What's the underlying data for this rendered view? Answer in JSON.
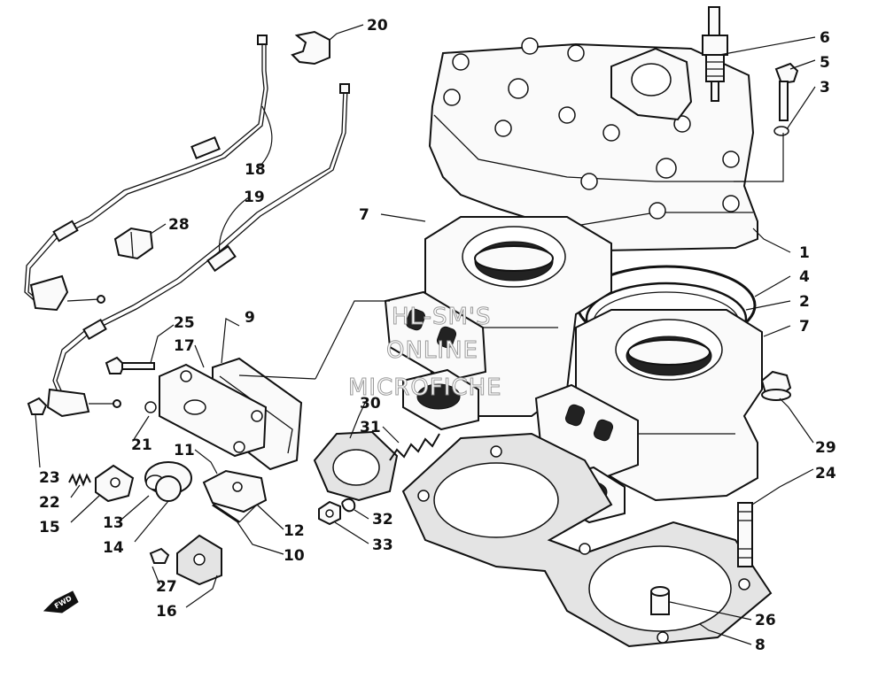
{
  "diagram": {
    "watermark": [
      "HL-SM'S",
      "ONLINE",
      "MICROFICHE"
    ],
    "fwd_label": "FWD",
    "callouts": {
      "n1": "1",
      "n2": "2",
      "n3": "3",
      "n4": "4",
      "n5": "5",
      "n6": "6",
      "n7a": "7",
      "n7b": "7",
      "n8": "8",
      "n9": "9",
      "n10": "10",
      "n11": "11",
      "n12": "12",
      "n13": "13",
      "n14": "14",
      "n15": "15",
      "n16": "16",
      "n17": "17",
      "n18": "18",
      "n19": "19",
      "n20": "20",
      "n21": "21",
      "n22": "22",
      "n23": "23",
      "n24": "24",
      "n25": "25",
      "n26": "26",
      "n27": "27",
      "n28": "28",
      "n29": "29",
      "n30": "30",
      "n31": "31",
      "n32": "32",
      "n33": "33"
    }
  }
}
